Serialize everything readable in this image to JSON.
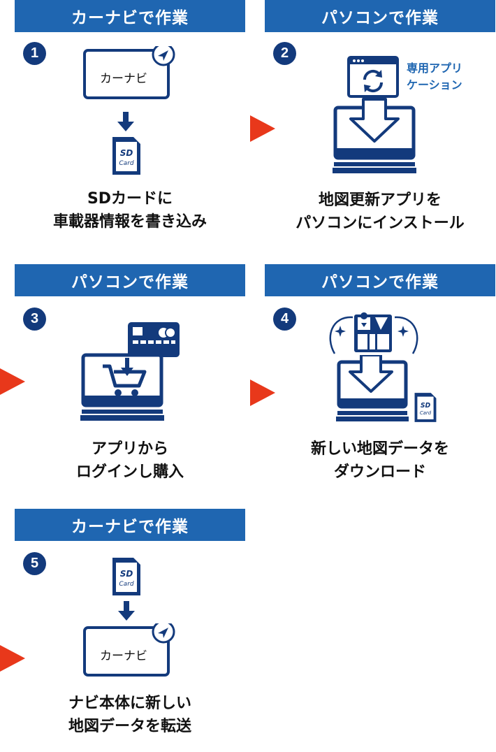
{
  "steps": [
    {
      "number": "1",
      "header": "カーナビで作業",
      "caption": [
        "SDカードに",
        "車載器情報を書き込み"
      ],
      "device_label": "カーナビ"
    },
    {
      "number": "2",
      "header": "パソコンで作業",
      "caption": [
        "地図更新アプリを",
        "パソコンにインストール"
      ],
      "app_label": [
        "専用アプリ",
        "ケーション"
      ]
    },
    {
      "number": "3",
      "header": "パソコンで作業",
      "caption": [
        "アプリから",
        "ログインし購入"
      ]
    },
    {
      "number": "4",
      "header": "パソコンで作業",
      "caption": [
        "新しい地図データを",
        "ダウンロード"
      ]
    },
    {
      "number": "5",
      "header": "カーナビで作業",
      "caption": [
        "ナビ本体に新しい",
        "地図データを転送"
      ],
      "device_label": "カーナビ"
    }
  ],
  "sd_card": {
    "line1": "SD",
    "line2": "Card"
  },
  "colors": {
    "header": "#1f66b1",
    "navy": "#133a7c",
    "arrow": "#e8381b"
  },
  "icons": [
    "navi-device-icon",
    "sd-card-icon",
    "down-arrow-icon",
    "computer-icon",
    "sync-app-icon",
    "cart-icon",
    "credit-card-icon",
    "map-icon",
    "sparkle-icon",
    "step-arrow-icon"
  ]
}
